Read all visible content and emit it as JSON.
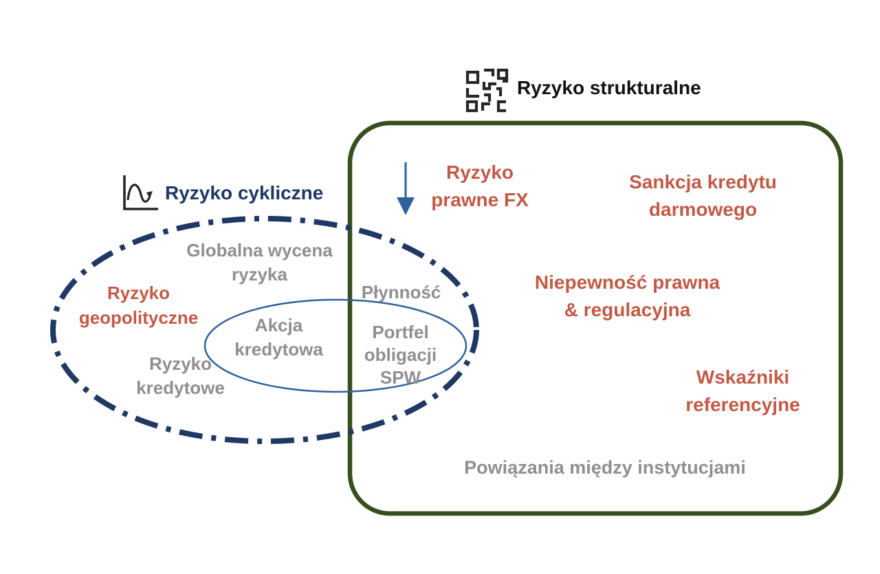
{
  "diagram": {
    "structural": {
      "title": "Ryzyko strukturalne",
      "items": {
        "legal_fx": "Ryzyko\nprawne FX",
        "free_credit": "Sankcja kredytu\ndarmowego",
        "legal_uncertainty": "Niepewność prawna\n& regulacyjna",
        "benchmarks": "Wskaźniki\nreferencyjne",
        "interlinkages": "Powiązania między instytucjami"
      }
    },
    "cyclical": {
      "title": "Ryzyko cykliczne",
      "items": {
        "global_risk_pricing": "Globalna wycena\nryzyka",
        "geopolitical": "Ryzyko\ngeopolityczne",
        "liquidity": "Płynność",
        "credit_risk": "Ryzyko\nkredytowe"
      },
      "overlap_items": {
        "credit_action": "Akcja\nkredytowa",
        "bond_portfolio": "Portfel\nobligacji\nSPW"
      }
    },
    "icons": {
      "structural": "maze-icon",
      "cyclical": "wave-chart-icon",
      "fx_marker": "down-arrow-icon"
    },
    "colors": {
      "accent_red": "#C25A46",
      "text_gray": "#8F8F8F",
      "navy": "#1F3864",
      "green_border": "#354F1E",
      "steel_blue": "#2E609B",
      "icon_ink": "#262626",
      "background": "#FFFFFF"
    }
  }
}
